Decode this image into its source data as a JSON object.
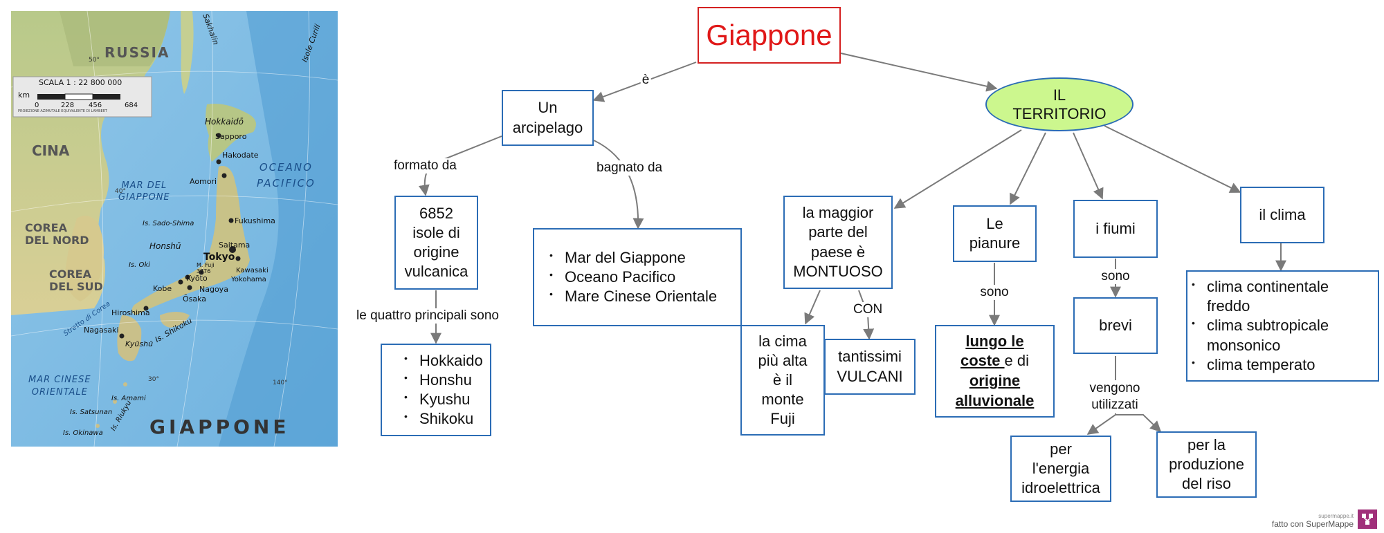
{
  "title": "Giappone",
  "territory": "IL\nTERRITORIO",
  "nodes": {
    "arcipelago": "Un\narcipelago",
    "isole": "6852\nisole di\norigine\nvulcanica",
    "principali": [
      "Hokkaido",
      "Honshu",
      "Kyushu",
      "Shikoku"
    ],
    "mari": [
      "Mar del Giappone",
      "Oceano Pacifico",
      "Mare Cinese Orientale"
    ],
    "montuoso": "la maggior\nparte del\npaese è\nMONTUOSO",
    "fuji": "la cima\npiù alta\nè il\nmonte\nFuji",
    "vulcani": "tantissimi\nVULCANI",
    "pianure": "Le\npianure",
    "pianure_desc": {
      "p1": "lungo le ",
      "p2": "coste ",
      "p3": "e di",
      "p4": "origine ",
      "p5": "alluvionale"
    },
    "fiumi": "i fiumi",
    "brevi": "brevi",
    "idro": "per\nl'energia\nidroelettrica",
    "riso": "per la\nproduzione\ndel riso",
    "clima": "il clima",
    "clima_list": [
      "clima continentale freddo",
      "clima subtropicale monsonico",
      "clima temperato"
    ]
  },
  "links": {
    "e": "è",
    "formato_da": "formato da",
    "bagnato_da": "bagnato da",
    "quattro": "le quattro principali sono",
    "con": "CON",
    "sono1": "sono",
    "sono2": "sono",
    "vengono": "vengono\nutilizzati"
  },
  "map": {
    "title": "GIAPPONE",
    "scale_title": "SCALA 1 : 22 800 000",
    "scale_unit": "km",
    "scale_ticks": [
      "0",
      "228",
      "456",
      "684"
    ],
    "scale_note": "PROIEZIONE AZIMUTALE EQUIVALENTE DI LAMBERT",
    "labels": {
      "russia": "RUSSIA",
      "cina": "CINA",
      "corea_nord": "COREA\nDEL NORD",
      "corea_sud": "COREA\nDEL SUD",
      "mar_giappone": "MAR DEL\nGIAPPONE",
      "oceano": "OCEANO\nPACIFICO",
      "mar_cinese": "MAR CINESE\nORIENTALE",
      "hokkaido": "Hokkaidō",
      "honshu": "Honshū",
      "kyushu": "Kyūshū",
      "shikoku": "Is. Shikoku",
      "sakhalin": "Sakhalin",
      "curili": "Isole Curili",
      "sapporo": "Sapporo",
      "hakodate": "Hakodate",
      "aomori": "Aomori",
      "fukushima": "Fukushima",
      "saitama": "Saitama",
      "tokyo": "Tokyo",
      "kawasaki": "Kawasaki",
      "yokohama": "Yokohama",
      "fuji": "M. Fuji\n3776",
      "kyoto": "Kyōto",
      "nagoya": "Nagoya",
      "kobe": "Kobe",
      "osaka": "Ōsaka",
      "hiroshima": "Hiroshima",
      "nagasaki": "Nagasaki",
      "sado": "Is. Sado-Shima",
      "oki": "Is. Oki",
      "amami": "Is. Amami",
      "satsunan": "Is. Satsunan",
      "okinawa": "Is. Okinawa",
      "riukyu": "Is. Riukyu",
      "corea_stretto": "Stretto di Corea",
      "lat40": "40°",
      "lat30": "30°",
      "lat50": "50°",
      "lon140": "140°"
    }
  },
  "footer": {
    "small": "supermappe.it",
    "text": "fatto con SuperMappe"
  },
  "colors": {
    "title_border": "#d42020",
    "title_text": "#e01818",
    "box_border": "#2b6cb5",
    "ellipse_fill": "#ccf78e",
    "arrow": "#7a7a7a"
  }
}
